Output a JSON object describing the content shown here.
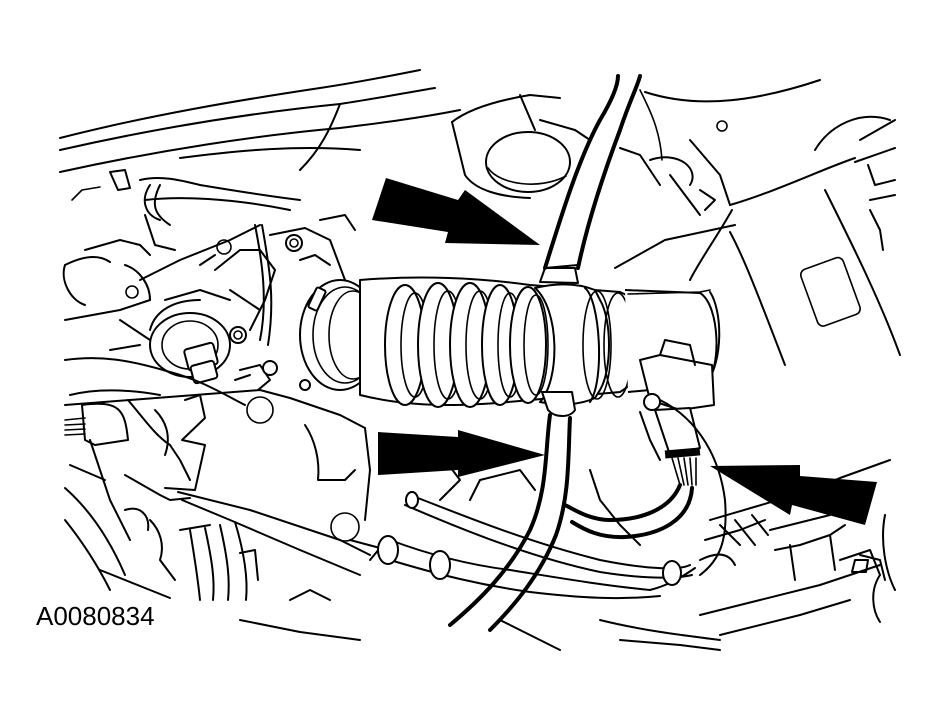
{
  "figure": {
    "id_label": "A0080834",
    "type": "service-manual line illustration",
    "colors": {
      "ink": "#000000",
      "background": "#ffffff"
    }
  },
  "components": [
    {
      "name": "air-intake-bellows-hose",
      "description": "corrugated air intake duct (center)"
    },
    {
      "name": "vacuum-hose-upper",
      "description": "hose running up from top of intake duct"
    },
    {
      "name": "vacuum-hose-lower",
      "description": "hose running down from bottom of intake duct"
    },
    {
      "name": "electrical-connector",
      "description": "wiring harness connector at right of duct"
    },
    {
      "name": "throttle-body",
      "description": "throttle body / sensor assembly (left)"
    },
    {
      "name": "brake-fluid-reservoir-cap",
      "description": "round reservoir cap (top center)"
    }
  ],
  "callouts": [
    {
      "name": "arrow-upper",
      "points_to": "vacuum-hose-upper",
      "direction": "down-right"
    },
    {
      "name": "arrow-lower-left",
      "points_to": "vacuum-hose-lower",
      "direction": "right"
    },
    {
      "name": "arrow-lower-right",
      "points_to": "electrical-connector",
      "direction": "left"
    }
  ]
}
